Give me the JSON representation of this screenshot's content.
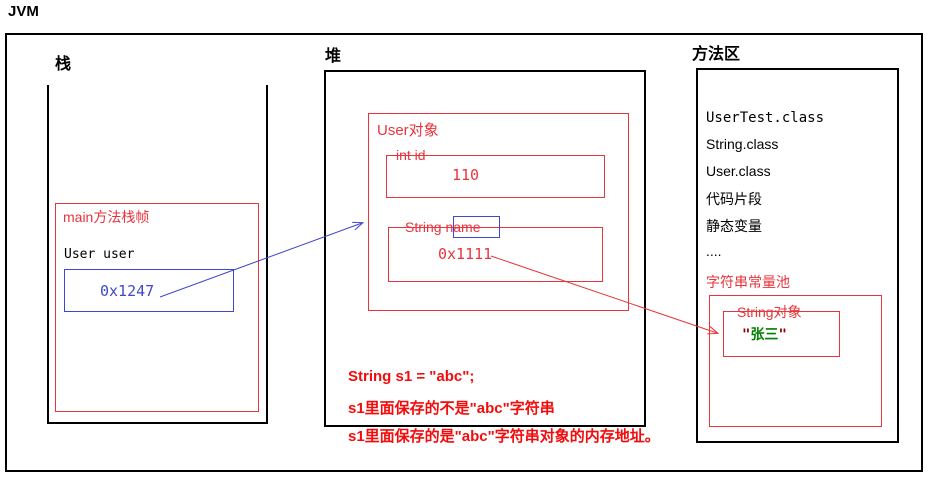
{
  "title": "JVM",
  "colors": {
    "diagram_red": "#e8343c",
    "note_red": "#f40b0b",
    "blue": "#3f48cc",
    "green": "#008000",
    "quote_dark_red": "#8b0000",
    "black": "#000000"
  },
  "stack": {
    "label": "栈",
    "frame_title": "main方法栈帧",
    "var_decl": "User user",
    "value": "0x1247"
  },
  "heap": {
    "label": "堆",
    "object_title": "User对象",
    "id_label": "int id",
    "id_value": "110",
    "name_label": "String name",
    "name_value": "0x1111",
    "note_lines": [
      "String s1 = \"abc\";",
      "s1里面保存的不是\"abc\"字符串",
      "s1里面保存的是\"abc\"字符串对象的内存地址。"
    ]
  },
  "method_area": {
    "label": "方法区",
    "classes": [
      "UserTest.class",
      "String.class",
      "User.class",
      "代码片段",
      "静态变量",
      "...."
    ],
    "pool_label": "字符串常量池",
    "string_object_title": "String对象",
    "string_quote": "\"",
    "string_value": "张三"
  }
}
